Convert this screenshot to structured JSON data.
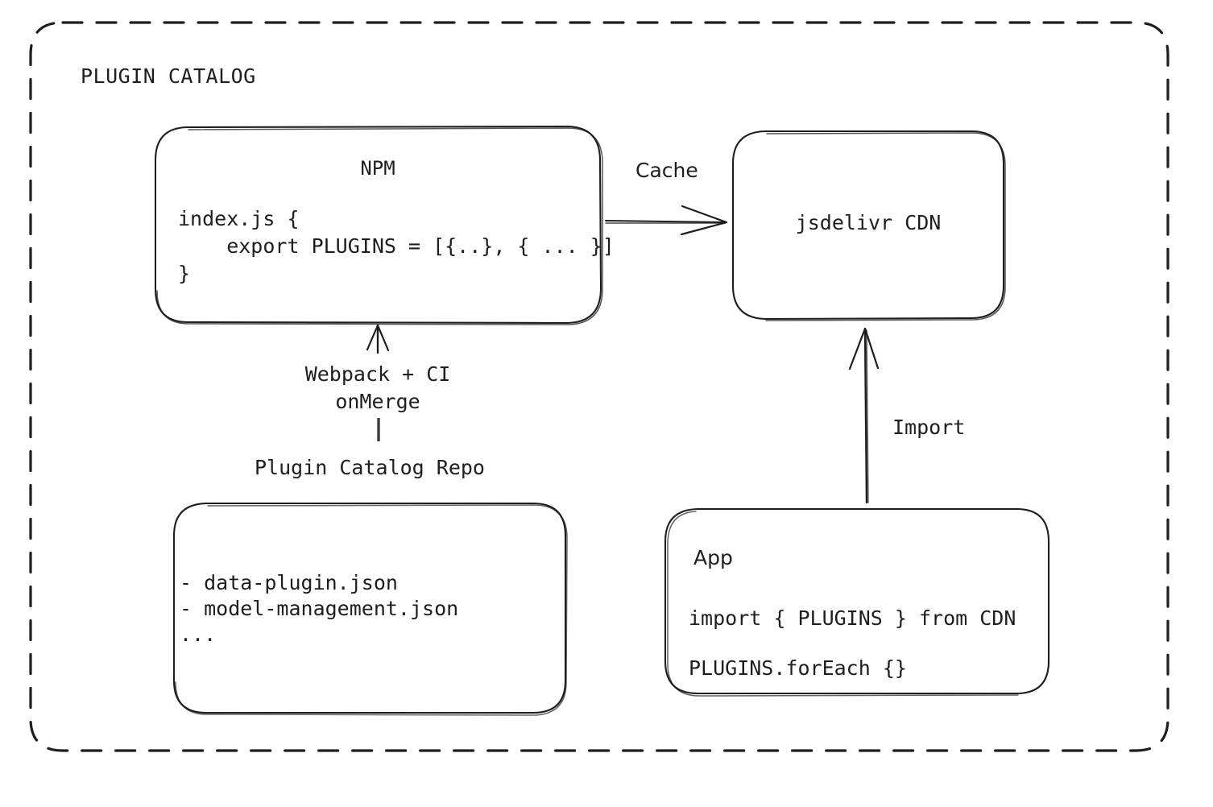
{
  "diagram": {
    "title": "PLUGIN CATALOG",
    "background_color": "#ffffff",
    "stroke_color": "#1e1e1e"
  },
  "nodes": {
    "npm": {
      "title": "NPM",
      "code_lines": [
        "index.js {",
        "    export PLUGINS = [{..}, { ... }]",
        "}"
      ],
      "code_text": "index.js {\n    export PLUGINS = [{..}, { ... }]\n}"
    },
    "cdn": {
      "title": "jsdelivr CDN"
    },
    "repo": {
      "caption": "Plugin Catalog Repo",
      "items": [
        "- data-plugin.json",
        "- model-management.json",
        "..."
      ],
      "items_text": "- data-plugin.json\n- model-management.json\n..."
    },
    "app": {
      "title": "App",
      "code_lines": [
        "import { PLUGINS } from CDN",
        "PLUGINS.forEach {}"
      ],
      "code_text": "import { PLUGINS } from CDN\nPLUGINS.forEach {}"
    }
  },
  "edges": {
    "npm_to_cdn": {
      "label": "Cache",
      "from": "npm",
      "to": "cdn",
      "direction": "right"
    },
    "repo_to_npm": {
      "label_line1": "Webpack + CI",
      "label_line2": "onMerge",
      "label": "Webpack + CI\nonMerge",
      "from": "repo",
      "to": "npm",
      "direction": "up"
    },
    "app_to_cdn": {
      "label": "Import",
      "from": "app",
      "to": "cdn",
      "direction": "up"
    }
  }
}
